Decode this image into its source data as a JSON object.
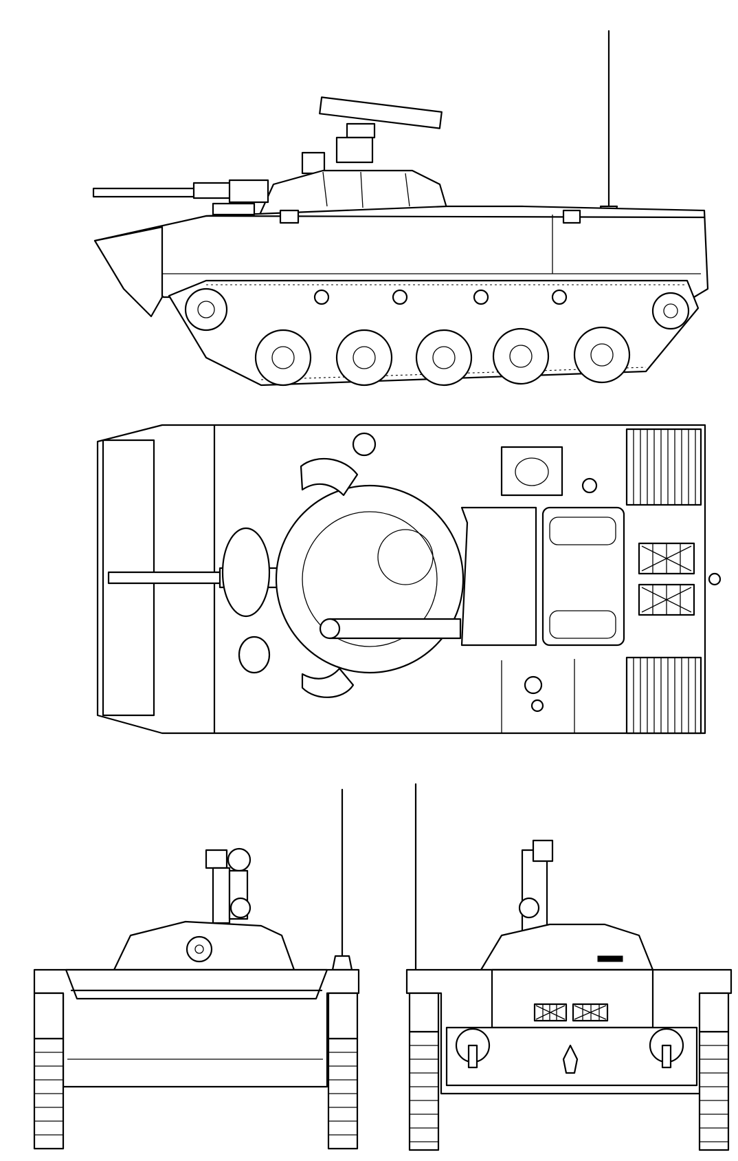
{
  "figure": {
    "views": [
      {
        "id": "side",
        "name": "side-view"
      },
      {
        "id": "top",
        "name": "top-view"
      },
      {
        "id": "front",
        "name": "front-view"
      },
      {
        "id": "rear",
        "name": "rear-view"
      }
    ],
    "side_view": {
      "road_wheels": 5,
      "return_rollers": 4
    },
    "top_view": {
      "engine_grilles": 2
    },
    "stroke_color": "#000000",
    "background_color": "#ffffff"
  }
}
